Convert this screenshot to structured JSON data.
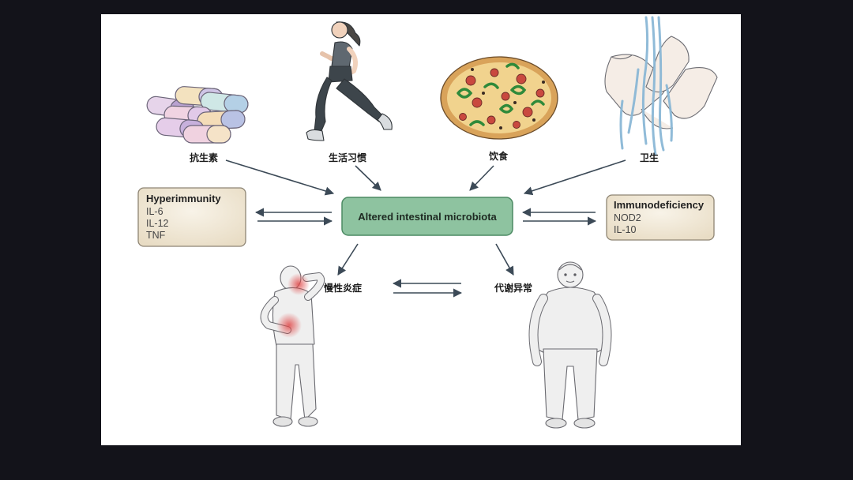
{
  "center_node": "Altered intestinal microbiota",
  "top_labels": {
    "antibiotics": "抗生素",
    "lifestyle": "生活习惯",
    "diet": "饮食",
    "hygiene": "卫生"
  },
  "bottom_labels": {
    "chronic_inflammation": "慢性炎症",
    "metabolic_disorder": "代谢异常"
  },
  "left_box": {
    "title": "Hyperimmunity",
    "items": [
      "IL-6",
      "IL-12",
      "TNF"
    ]
  },
  "right_box": {
    "title": "Immunodeficiency",
    "items": [
      "NOD2",
      "IL-10"
    ]
  },
  "colors": {
    "center_fill": "#8ec3a0",
    "center_stroke": "#4c8a63",
    "box_fill": "#efe7d6",
    "box_stroke": "#8e8574",
    "arrow": "#3c4a57",
    "inflammation": "#e06060"
  }
}
